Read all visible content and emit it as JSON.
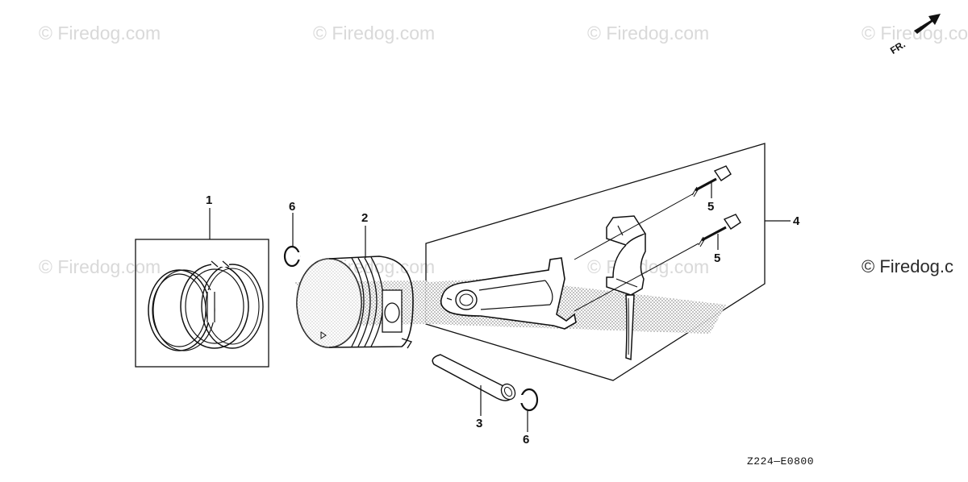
{
  "watermarks": [
    "© Firedog.com",
    "© Firedog.com",
    "© Firedog.com",
    "© Firedog.com",
    "© Firedog.com",
    "© Firedog.com",
    "© Firedog.com"
  ],
  "watermark_strong": "© Firedog.c",
  "direction_label": "FR.",
  "callouts": {
    "piston_rings": "1",
    "piston": "2",
    "piston_pin": "3",
    "connecting_rod": "4",
    "bolt_upper": "5",
    "bolt_lower": "5",
    "clip_upper": "6",
    "clip_lower": "6"
  },
  "diagram_code": "Z224—E0800",
  "colors": {
    "ink": "#111111",
    "watermark": "#d9d9d9",
    "shade": "#9a9a9a"
  }
}
